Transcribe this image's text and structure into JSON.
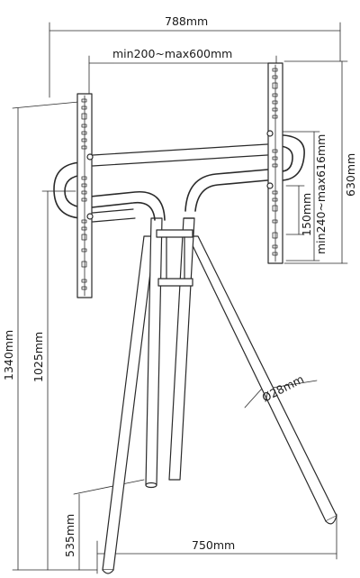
{
  "diagram": {
    "dimensions": {
      "mount_width": "788mm",
      "vesa_horizontal": "min200~max600mm",
      "bracket_height": "630mm",
      "vesa_vertical": "min240~max616mm",
      "hole_spacing": "150mm",
      "total_height": "1340mm",
      "mount_height": "1025mm",
      "tube_diameter": "Ø28mm",
      "base_height": "535mm",
      "base_width": "750mm"
    }
  }
}
